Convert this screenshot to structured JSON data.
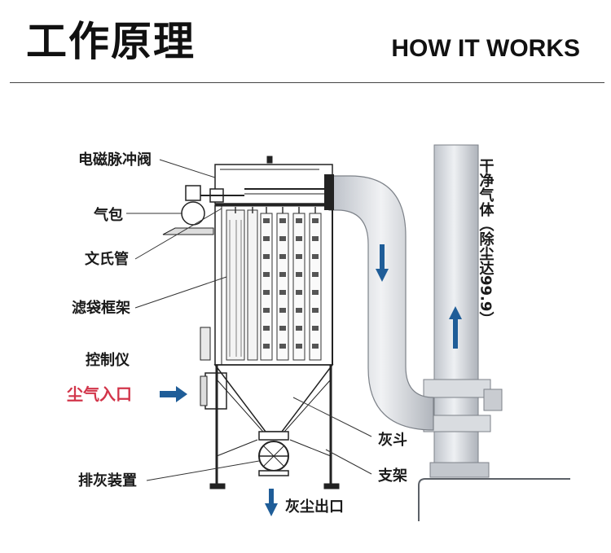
{
  "header": {
    "title_cn": "工作原理",
    "title_en": "HOW IT WORKS"
  },
  "labels": {
    "solenoid_valve": "电磁脉冲阀",
    "air_bag": "气包",
    "venturi": "文氏管",
    "filter_frame": "滤袋框架",
    "controller": "控制仪",
    "dust_inlet": "尘气入口",
    "discharge": "排灰装置",
    "ash_hopper": "灰斗",
    "support": "支架",
    "ash_outlet": "灰尘出口",
    "clean_gas": "干净气体（除尘达99.9）"
  },
  "colors": {
    "inlet_label": "#d2354a",
    "arrow_blue": "#1f5d98"
  }
}
